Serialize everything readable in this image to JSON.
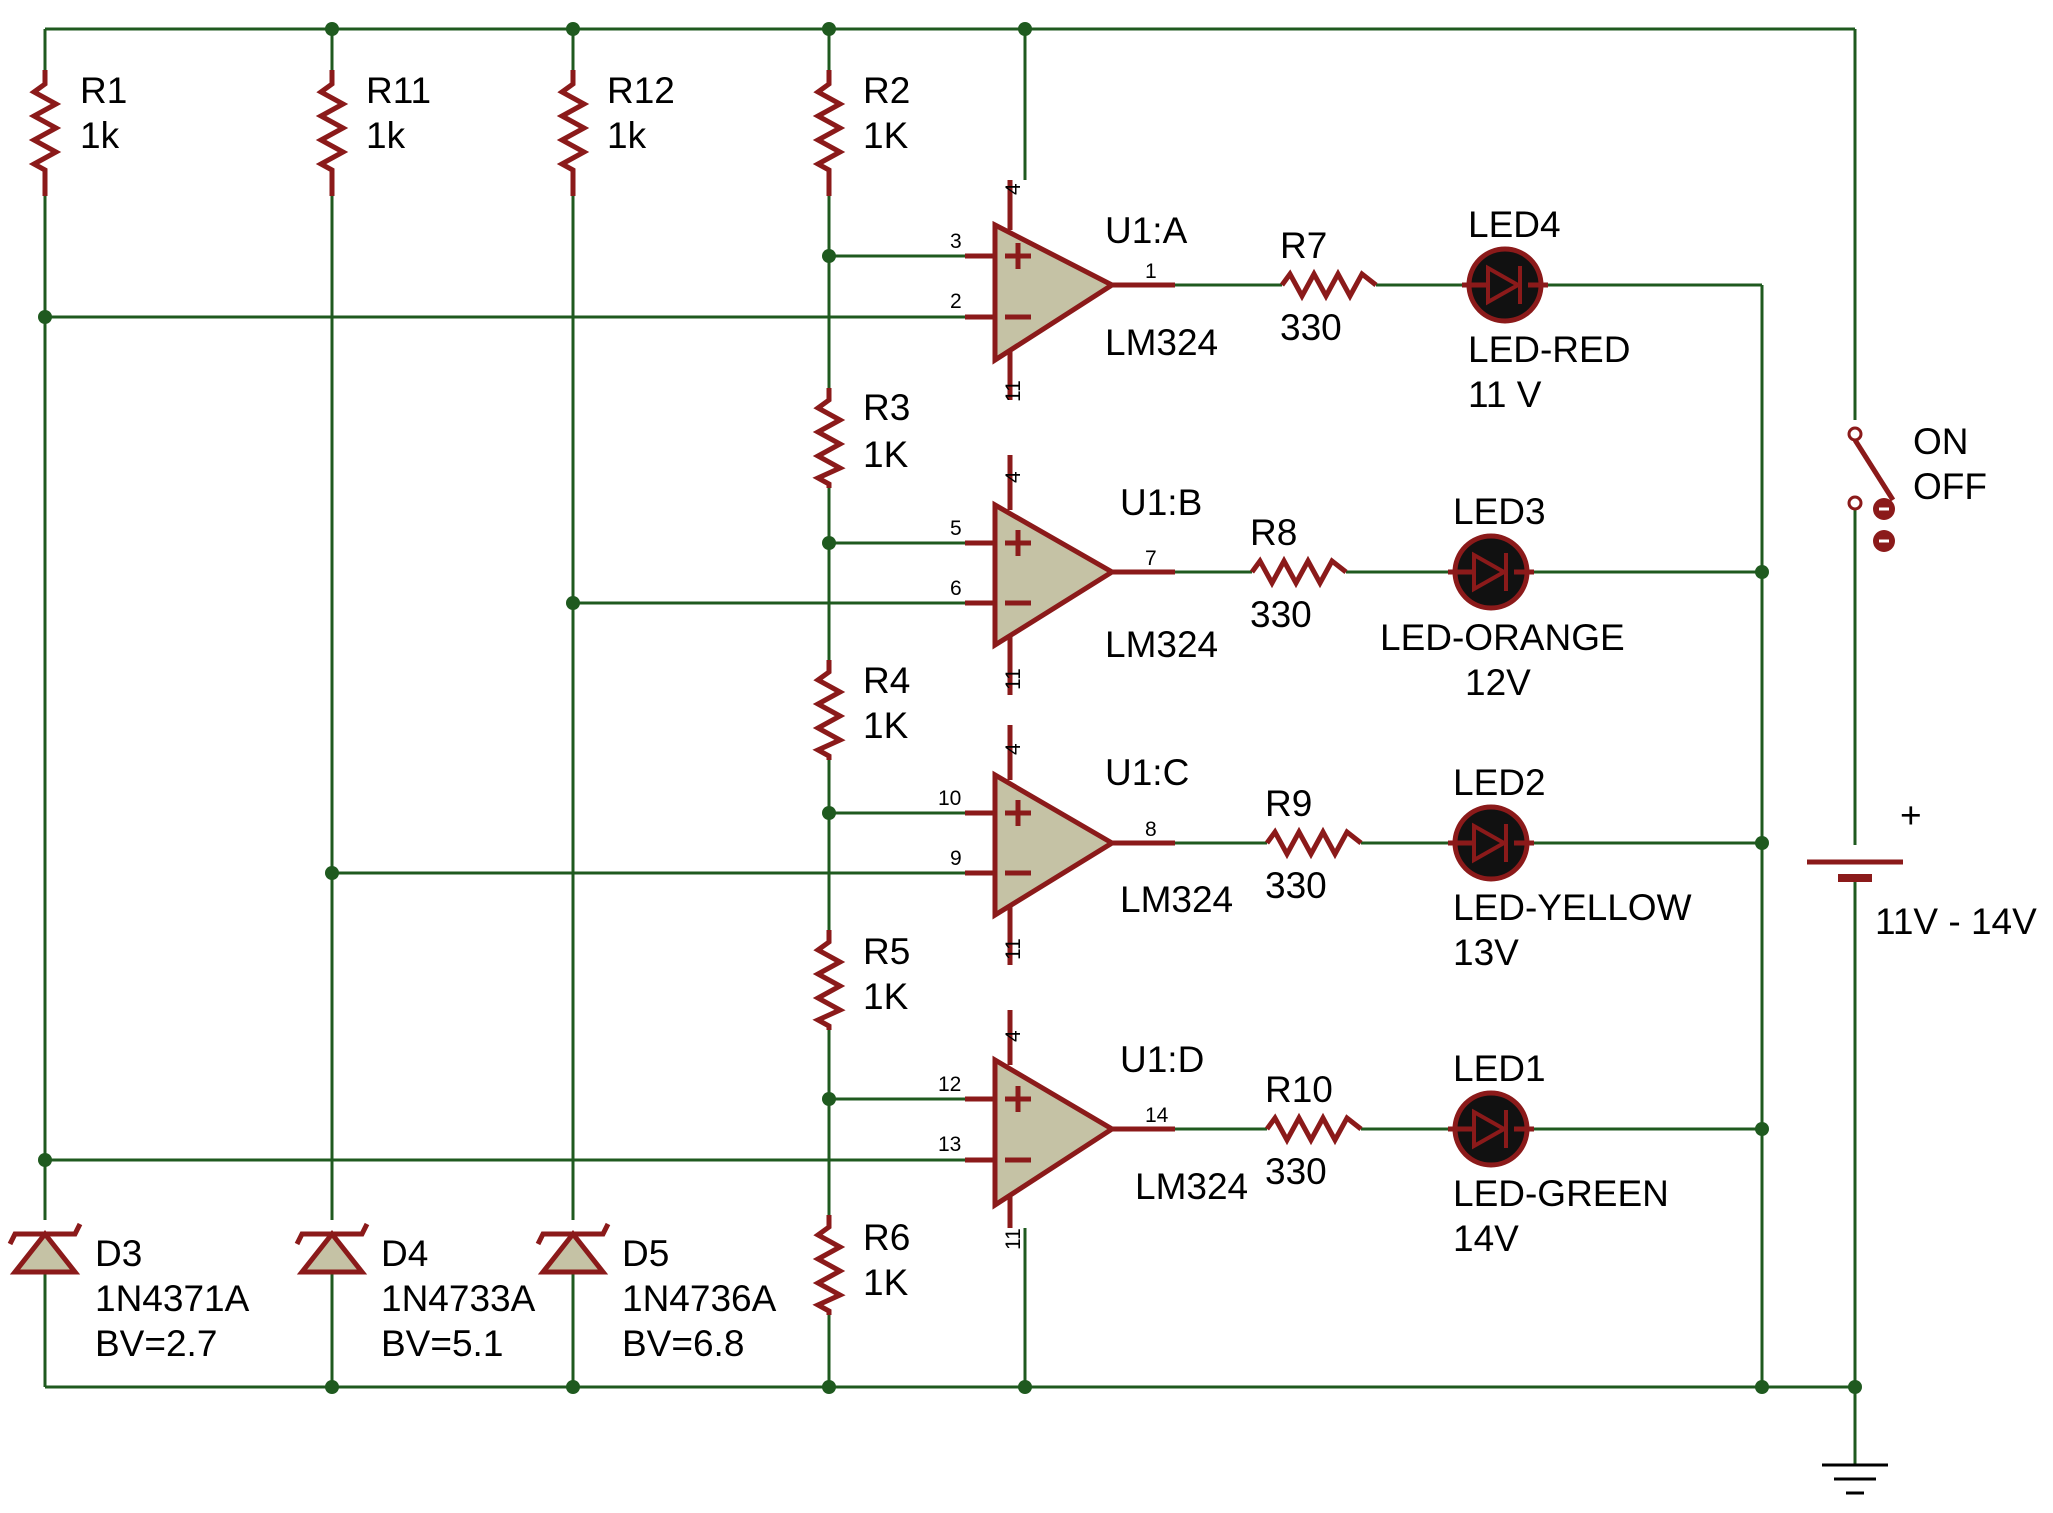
{
  "resistors_top": [
    {
      "ref": "R1",
      "value": "1k"
    },
    {
      "ref": "R11",
      "value": "1k"
    },
    {
      "ref": "R12",
      "value": "1k"
    },
    {
      "ref": "R2",
      "value": "1K"
    }
  ],
  "ladder_resistors": [
    {
      "ref": "R3",
      "value": "1K"
    },
    {
      "ref": "R4",
      "value": "1K"
    },
    {
      "ref": "R5",
      "value": "1K"
    },
    {
      "ref": "R6",
      "value": "1K"
    }
  ],
  "zeners": [
    {
      "ref": "D3",
      "part": "1N4371A",
      "bv": "BV=2.7"
    },
    {
      "ref": "D4",
      "part": "1N4733A",
      "bv": "BV=5.1"
    },
    {
      "ref": "D5",
      "part": "1N4736A",
      "bv": "BV=6.8"
    }
  ],
  "opamps": [
    {
      "ref": "U1:A",
      "part": "LM324",
      "pin_plus": "3",
      "pin_minus": "2",
      "pin_out": "1",
      "pin_vcc": "4",
      "pin_gnd": "11"
    },
    {
      "ref": "U1:B",
      "part": "LM324",
      "pin_plus": "5",
      "pin_minus": "6",
      "pin_out": "7",
      "pin_vcc": "4",
      "pin_gnd": "11"
    },
    {
      "ref": "U1:C",
      "part": "LM324",
      "pin_plus": "10",
      "pin_minus": "9",
      "pin_out": "8",
      "pin_vcc": "4",
      "pin_gnd": "11"
    },
    {
      "ref": "U1:D",
      "part": "LM324",
      "pin_plus": "12",
      "pin_minus": "13",
      "pin_out": "14",
      "pin_vcc": "4",
      "pin_gnd": "11"
    }
  ],
  "output_resistors": [
    {
      "ref": "R7",
      "value": "330"
    },
    {
      "ref": "R8",
      "value": "330"
    },
    {
      "ref": "R9",
      "value": "330"
    },
    {
      "ref": "R10",
      "value": "330"
    }
  ],
  "leds": [
    {
      "ref": "LED4",
      "type": "LED-RED",
      "voltage": "11 V"
    },
    {
      "ref": "LED3",
      "type": "LED-ORANGE",
      "voltage": "12V"
    },
    {
      "ref": "LED2",
      "type": "LED-YELLOW",
      "voltage": "13V"
    },
    {
      "ref": "LED1",
      "type": "LED-GREEN",
      "voltage": "14V"
    }
  ],
  "switch": {
    "on": "ON",
    "off": "OFF"
  },
  "battery": {
    "plus": "+",
    "range": "11V - 14V"
  },
  "colors": {
    "wire": "#1f5a1f",
    "component": "#8b1a1a",
    "opamp_fill": "#c5c2a5",
    "led_fill": "#111111"
  },
  "icons": [
    "resistor-icon",
    "zener-diode-icon",
    "op-amp-icon",
    "led-icon",
    "switch-icon",
    "battery-icon",
    "ground-icon"
  ]
}
